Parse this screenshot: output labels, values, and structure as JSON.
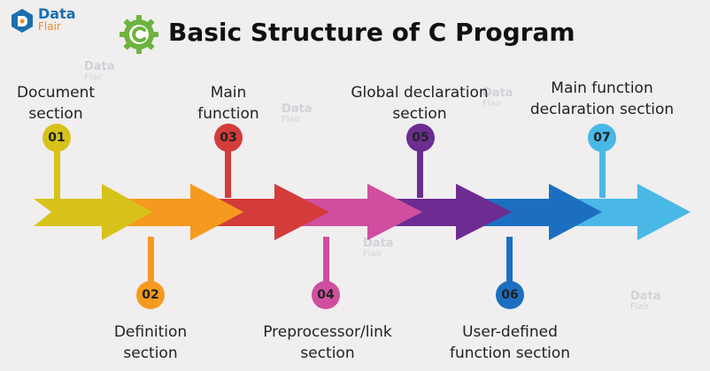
{
  "header": {
    "title": "Basic Structure of C Program",
    "logo_brand": "Data",
    "logo_sub": "Flair"
  },
  "steps": [
    {
      "number": "01",
      "label_line1": "Document",
      "label_line2": "section",
      "color": "#d7c21a"
    },
    {
      "number": "02",
      "label_line1": "Definition",
      "label_line2": "section",
      "color": "#f59a1e"
    },
    {
      "number": "03",
      "label_line1": "Main",
      "label_line2": "function",
      "color": "#d33c3a"
    },
    {
      "number": "04",
      "label_line1": "Preprocessor/link",
      "label_line2": "section",
      "color": "#d04ea0"
    },
    {
      "number": "05",
      "label_line1": "Global declaration",
      "label_line2": "section",
      "color": "#6d2c91"
    },
    {
      "number": "06",
      "label_line1": "User-defined",
      "label_line2": "function section",
      "color": "#1c6fc0"
    },
    {
      "number": "07",
      "label_line1": "Main function",
      "label_line2": "declaration section",
      "color": "#49b8e6"
    }
  ]
}
